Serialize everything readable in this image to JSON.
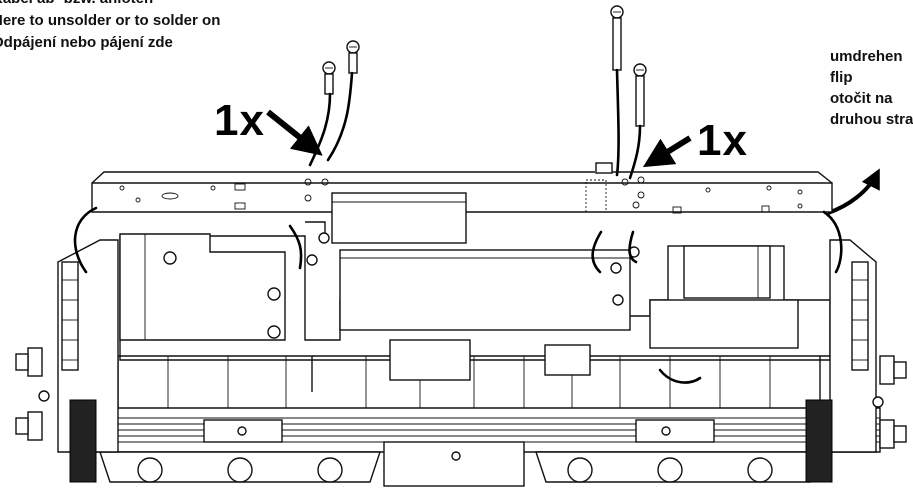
{
  "labels": {
    "top_left": {
      "line1": "Kabel ab- bzw. anlöten",
      "line2": "Here to unsolder or to solder on",
      "line3": "Odpájení nebo pájení zde"
    },
    "right": {
      "line1": "umdrehen",
      "line2": "flip",
      "line3": "otočit na",
      "line4": "druhou stranu"
    }
  },
  "counts": {
    "left": "1x",
    "right": "1x"
  }
}
